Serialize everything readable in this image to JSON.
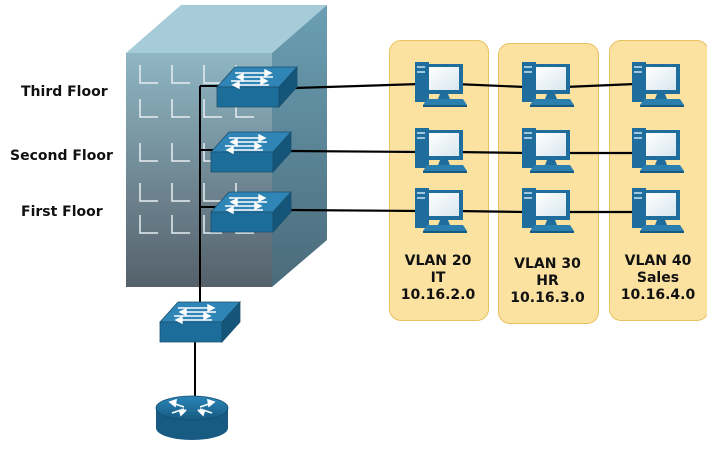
{
  "floors": [
    {
      "label": "Third Floor"
    },
    {
      "label": "Second Floor"
    },
    {
      "label": "First Floor"
    }
  ],
  "vlans": [
    {
      "name": "VLAN 20",
      "dept": "IT",
      "subnet": "10.16.2.0"
    },
    {
      "name": "VLAN 30",
      "dept": "HR",
      "subnet": "10.16.3.0"
    },
    {
      "name": "VLAN 40",
      "dept": "Sales",
      "subnet": "10.16.4.0"
    }
  ],
  "colors": {
    "building_front_top": "#8fb6c4",
    "building_front_bottom": "#55616b",
    "building_side": "#5a8ea4",
    "building_roof": "#9cc7d6",
    "vlan_fill": "#fbe2a0",
    "device_blue": "#1f6d9c",
    "pc_screen": "#ffffff",
    "link": "#000000"
  },
  "icons": [
    "building-icon",
    "switch-icon",
    "router-icon",
    "pc-icon"
  ]
}
